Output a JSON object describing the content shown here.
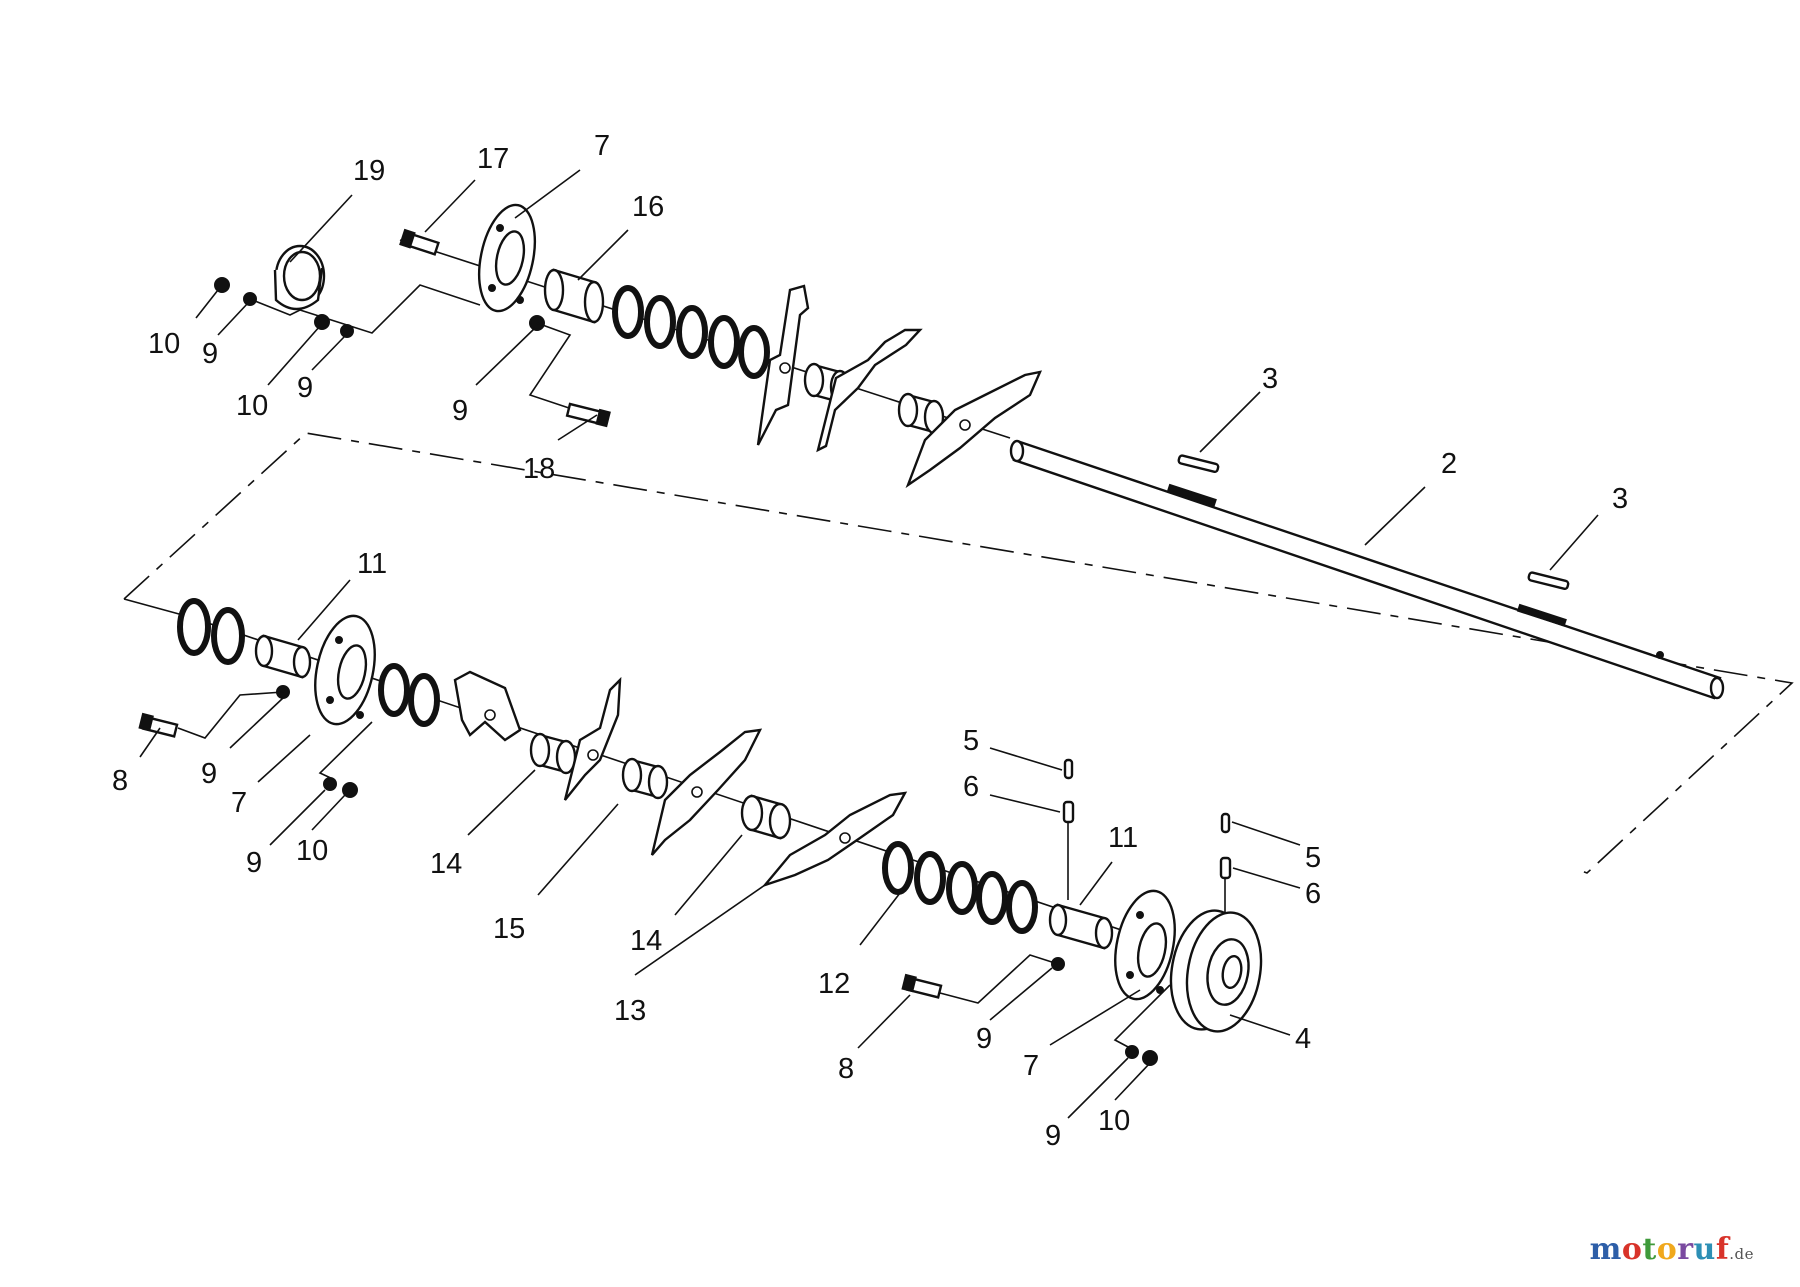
{
  "diagram": {
    "callouts": [
      {
        "id": "c19",
        "text": "19"
      },
      {
        "id": "c17",
        "text": "17"
      },
      {
        "id": "c7a",
        "text": "7"
      },
      {
        "id": "c16",
        "text": "16"
      },
      {
        "id": "c10a",
        "text": "10"
      },
      {
        "id": "c9a",
        "text": "9"
      },
      {
        "id": "c10b",
        "text": "10"
      },
      {
        "id": "c9b",
        "text": "9"
      },
      {
        "id": "c9c",
        "text": "9"
      },
      {
        "id": "c18",
        "text": "18"
      },
      {
        "id": "c3a",
        "text": "3"
      },
      {
        "id": "c2",
        "text": "2"
      },
      {
        "id": "c3b",
        "text": "3"
      },
      {
        "id": "c11a",
        "text": "11"
      },
      {
        "id": "c8a",
        "text": "8"
      },
      {
        "id": "c9d",
        "text": "9"
      },
      {
        "id": "c7b",
        "text": "7"
      },
      {
        "id": "c9e",
        "text": "9"
      },
      {
        "id": "c10c",
        "text": "10"
      },
      {
        "id": "c14a",
        "text": "14"
      },
      {
        "id": "c15",
        "text": "15"
      },
      {
        "id": "c14b",
        "text": "14"
      },
      {
        "id": "c13",
        "text": "13"
      },
      {
        "id": "c12",
        "text": "12"
      },
      {
        "id": "c5a",
        "text": "5"
      },
      {
        "id": "c6a",
        "text": "6"
      },
      {
        "id": "c11b",
        "text": "11"
      },
      {
        "id": "c5b",
        "text": "5"
      },
      {
        "id": "c6b",
        "text": "6"
      },
      {
        "id": "c8b",
        "text": "8"
      },
      {
        "id": "c9f",
        "text": "9"
      },
      {
        "id": "c7c",
        "text": "7"
      },
      {
        "id": "c4",
        "text": "4"
      },
      {
        "id": "c9g",
        "text": "9"
      },
      {
        "id": "c10d",
        "text": "10"
      }
    ]
  },
  "watermark": {
    "letters": [
      "m",
      "o",
      "t",
      "o",
      "r",
      "u",
      "f"
    ],
    "tld": ".de",
    "colors": [
      "#2d5ea8",
      "#d8332a",
      "#3f9a3a",
      "#f0a81d",
      "#7a4aa0",
      "#2d8fb5",
      "#d8332a"
    ]
  }
}
